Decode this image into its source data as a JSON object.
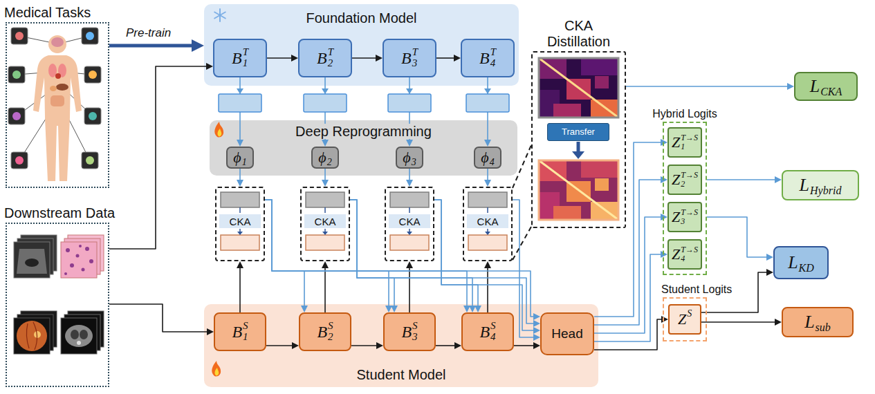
{
  "diagram": {
    "nodes": [
      {
        "text": [
          "Medical Tasks"
        ]
      },
      {
        "text": [
          "Foundation Model"
        ]
      },
      {
        "text": [
          "B",
          "1",
          "T"
        ],
        "in": 1
      },
      {
        "text": [
          "B",
          "2",
          "T"
        ],
        "in": 1
      },
      {
        "text": [
          "B",
          "3",
          "T"
        ],
        "in": 1
      },
      {
        "text": [
          "B",
          "4",
          "T"
        ],
        "in": 1
      },
      {
        "text": [
          "Deep Reprogramming"
        ]
      },
      {
        "text": [
          "ϕ",
          "1"
        ],
        "in": 6
      },
      {
        "text": [
          "ϕ",
          "2"
        ],
        "in": 6
      },
      {
        "text": [
          "ϕ",
          "3"
        ],
        "in": 6
      },
      {
        "text": [
          "ϕ",
          "4"
        ],
        "in": 6
      },
      {
        "text": [
          "CKA"
        ]
      },
      {
        "text": [
          "CKA"
        ]
      },
      {
        "text": [
          "CKA"
        ]
      },
      {
        "text": [
          "CKA"
        ]
      },
      {
        "text": [
          "CKA Distillation"
        ]
      },
      {
        "text": [
          "Transfer"
        ],
        "in": 15
      },
      {
        "text": [
          "Hybrid Logits"
        ]
      },
      {
        "text": [
          "Z",
          "1",
          "T→S"
        ],
        "in": 17
      },
      {
        "text": [
          "Z",
          "2",
          "T→S"
        ],
        "in": 17
      },
      {
        "text": [
          "Z",
          "3",
          "T→S"
        ],
        "in": 17
      },
      {
        "text": [
          "Z",
          "4",
          "T→S"
        ],
        "in": 17
      },
      {
        "text": [
          "L",
          "CKA"
        ]
      },
      {
        "text": [
          "L",
          "Hybrid"
        ]
      },
      {
        "text": [
          "Downstream Data"
        ]
      },
      {
        "text": [
          "Student Model"
        ]
      },
      {
        "text": [
          "B",
          "1",
          "S"
        ],
        "in": 25
      },
      {
        "text": [
          "B",
          "2",
          "S"
        ],
        "in": 25
      },
      {
        "text": [
          "B",
          "3",
          "S"
        ],
        "in": 25
      },
      {
        "text": [
          "B",
          "4",
          "S"
        ],
        "in": 25
      },
      {
        "text": [
          "Head"
        ],
        "in": 25
      },
      {
        "text": [
          "Student Logits"
        ]
      },
      {
        "text": [
          "Z",
          "S"
        ],
        "in": 31
      },
      {
        "text": [
          "L",
          "KD"
        ]
      },
      {
        "text": [
          "L",
          "sub"
        ]
      }
    ],
    "edges": [
      {
        "from": 0,
        "to": 1,
        "arrow": "to",
        "label": "Pre-train"
      },
      {
        "from": 24,
        "to": 2,
        "arrow": "to"
      },
      {
        "from": 24,
        "to": 26,
        "arrow": "to"
      },
      {
        "from": 2,
        "to": 3,
        "arrow": "to"
      },
      {
        "from": 3,
        "to": 4,
        "arrow": "to"
      },
      {
        "from": 4,
        "to": 5,
        "arrow": "to"
      },
      {
        "from": 2,
        "to": 7,
        "arrow": "to"
      },
      {
        "from": 3,
        "to": 8,
        "arrow": "to"
      },
      {
        "from": 4,
        "to": 9,
        "arrow": "to"
      },
      {
        "from": 5,
        "to": 10,
        "arrow": "to"
      },
      {
        "from": 7,
        "to": 11,
        "arrow": "to"
      },
      {
        "from": 8,
        "to": 12,
        "arrow": "to"
      },
      {
        "from": 9,
        "to": 13,
        "arrow": "to"
      },
      {
        "from": 10,
        "to": 14,
        "arrow": "to"
      },
      {
        "from": 26,
        "to": 11,
        "arrow": "to"
      },
      {
        "from": 27,
        "to": 12,
        "arrow": "to"
      },
      {
        "from": 28,
        "to": 13,
        "arrow": "to"
      },
      {
        "from": 29,
        "to": 14,
        "arrow": "to"
      },
      {
        "from": 26,
        "to": 27,
        "arrow": "to"
      },
      {
        "from": 27,
        "to": 28,
        "arrow": "to"
      },
      {
        "from": 28,
        "to": 29,
        "arrow": "to"
      },
      {
        "from": 29,
        "to": 30,
        "arrow": "to"
      },
      {
        "from": 11,
        "to": 27,
        "arrow": "to"
      },
      {
        "from": 11,
        "to": 28,
        "arrow": "to"
      },
      {
        "from": 12,
        "to": 28,
        "arrow": "to"
      },
      {
        "from": 11,
        "to": 29,
        "arrow": "to"
      },
      {
        "from": 12,
        "to": 29,
        "arrow": "to"
      },
      {
        "from": 13,
        "to": 29,
        "arrow": "to"
      },
      {
        "from": 11,
        "to": 30,
        "arrow": "to"
      },
      {
        "from": 12,
        "to": 30,
        "arrow": "to"
      },
      {
        "from": 13,
        "to": 30,
        "arrow": "to"
      },
      {
        "from": 14,
        "to": 30,
        "arrow": "to"
      },
      {
        "from": 14,
        "to": 15,
        "arrow": "none"
      },
      {
        "from": 14,
        "to": 15,
        "arrow": "none"
      },
      {
        "from": 15,
        "to": 22,
        "arrow": "to"
      },
      {
        "from": 30,
        "to": 18,
        "arrow": "to"
      },
      {
        "from": 30,
        "to": 19,
        "arrow": "to"
      },
      {
        "from": 30,
        "to": 20,
        "arrow": "to"
      },
      {
        "from": 30,
        "to": 21,
        "arrow": "to"
      },
      {
        "from": 30,
        "to": 32,
        "arrow": "to"
      },
      {
        "from": 17,
        "to": 23,
        "arrow": "to"
      },
      {
        "from": 17,
        "to": 33,
        "arrow": "to"
      },
      {
        "from": 32,
        "to": 33,
        "arrow": "to"
      },
      {
        "from": 32,
        "to": 34,
        "arrow": "to"
      }
    ]
  }
}
